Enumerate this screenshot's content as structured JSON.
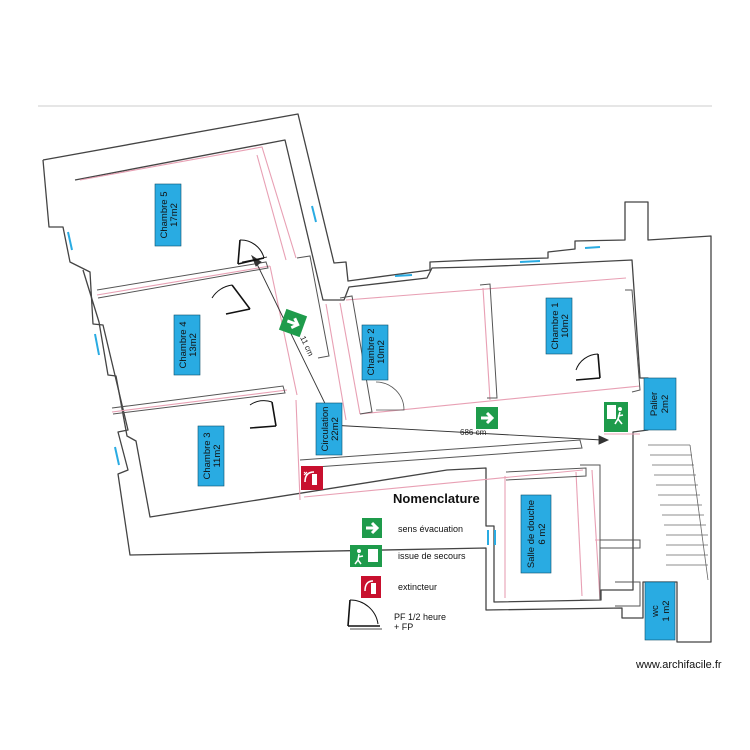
{
  "rooms": [
    {
      "id": "chambre5",
      "name": "Chambre 5",
      "area": "17m2"
    },
    {
      "id": "chambre4",
      "name": "Chambre 4",
      "area": "13m2"
    },
    {
      "id": "chambre3",
      "name": "Chambre 3",
      "area": "11m2"
    },
    {
      "id": "chambre2",
      "name": "Chambre 2",
      "area": "10m2"
    },
    {
      "id": "chambre1",
      "name": "Chambre 1",
      "area": "10m2"
    },
    {
      "id": "circulation",
      "name": "Circulation",
      "area": "22m2"
    },
    {
      "id": "palier",
      "name": "Palier",
      "area": "2m2"
    },
    {
      "id": "salle_douche",
      "name": "Salle de douche",
      "area": "6 m2"
    },
    {
      "id": "wc",
      "name": "wc",
      "area": "1 m2"
    }
  ],
  "measurements": {
    "diagonal": "11 cm",
    "horizontal": "686 cm"
  },
  "legend": {
    "title": "Nomenclature",
    "items": [
      {
        "icon": "evacuation-arrow-icon",
        "label": "sens évacuation"
      },
      {
        "icon": "emergency-exit-icon",
        "label": "issue de secours"
      },
      {
        "icon": "extinguisher-icon",
        "label": "extincteur"
      },
      {
        "icon": "fire-door-icon",
        "label_line1": "PF 1/2 heure",
        "label_line2": "+ FP"
      }
    ]
  },
  "watermark": "www.archifacile.fr",
  "colors": {
    "room_label_bg": "#29abe2",
    "safety_green": "#1e9b4b",
    "fire_red": "#c8102e",
    "wall": "#444444",
    "plan_pink": "#e8a0b4"
  }
}
